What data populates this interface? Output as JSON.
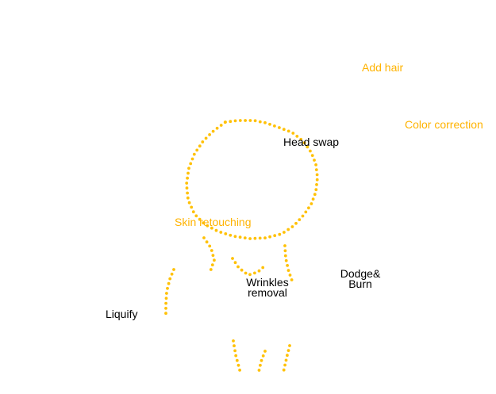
{
  "colors": {
    "accent": "#FFB300",
    "dark": "#000000",
    "dot": "#FFC107",
    "background": "#FFFFFF"
  },
  "labels": {
    "add_hair": "Add hair",
    "color_correction": "Color correction",
    "head_swap": "Head swap",
    "skin_retouching": "Skin retouching",
    "wrinkles_line1": "Wrinkles",
    "wrinkles_line2": "removal",
    "dodge_line1": "Dodge&",
    "dodge_line2": "Burn",
    "liquify": "Liquify"
  }
}
